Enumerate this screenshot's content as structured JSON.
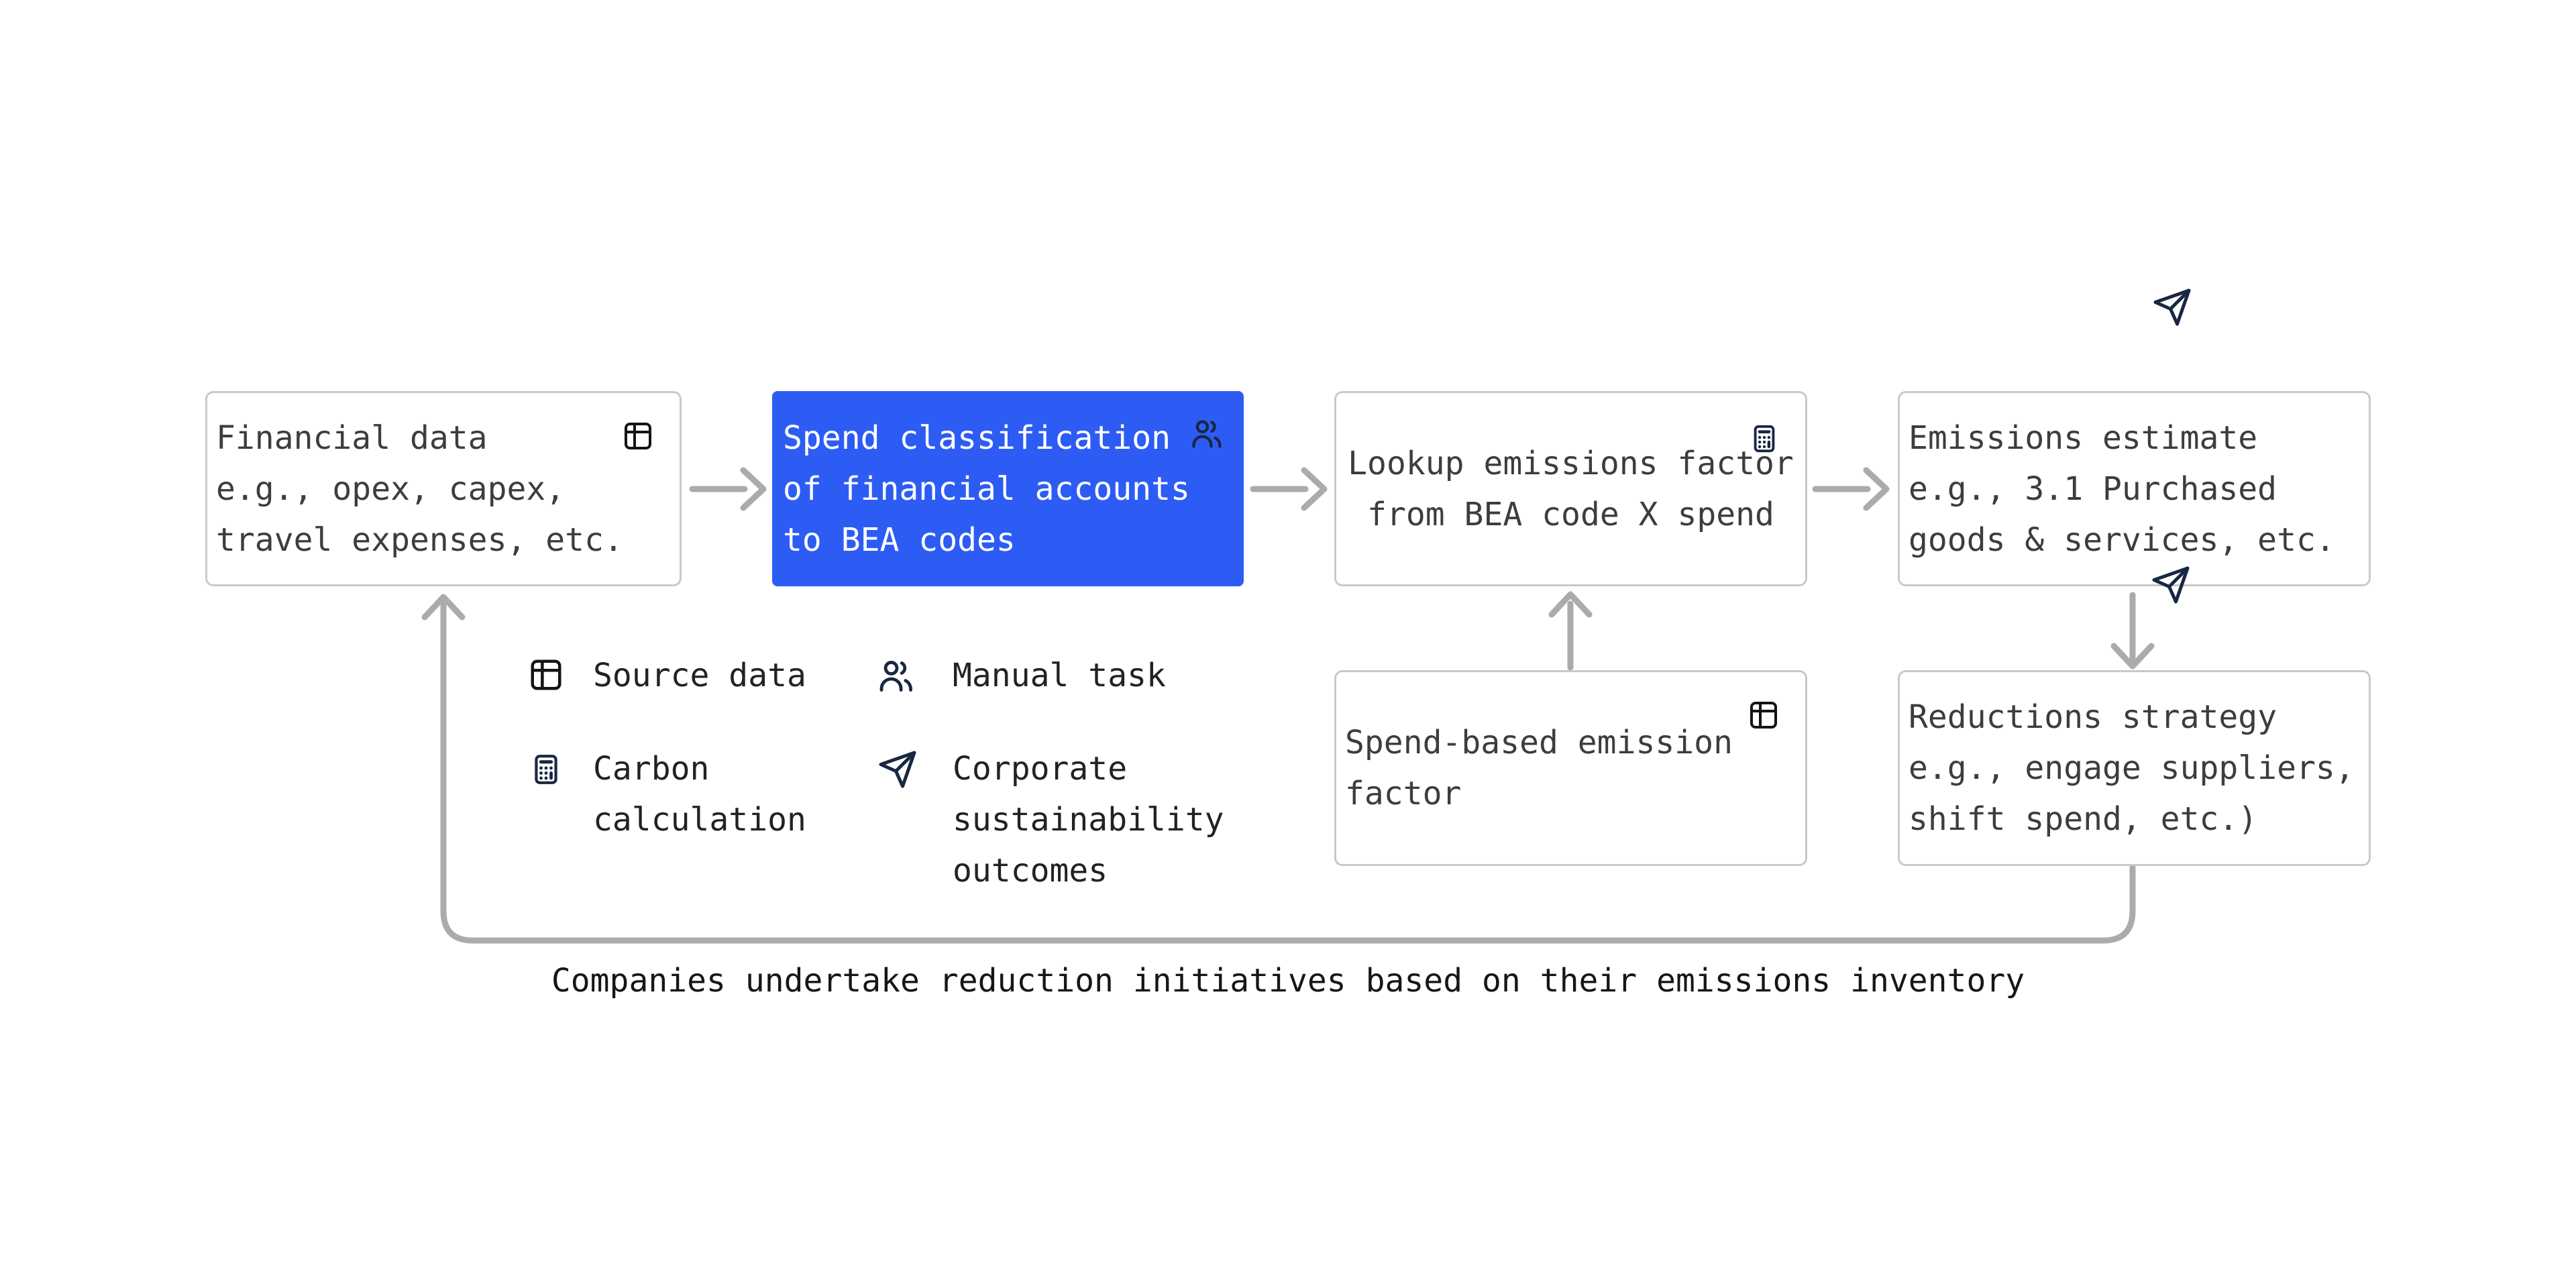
{
  "palette": {
    "accent_blue": "#2D5CF5",
    "icon_navy": "#182743",
    "connector_gray": "#ABABAB",
    "box_border_gray": "#C9C9C9",
    "box_text_gray": "#3D3D3D",
    "caption_text": "#161616"
  },
  "icons": {
    "table": "table-grid",
    "users": "two-people",
    "calculator": "calculator",
    "send": "paper-plane"
  },
  "flow": {
    "boxes": [
      {
        "id": "financial-data",
        "icon": "table",
        "lines": [
          "Financial data",
          "e.g., opex, capex,",
          "travel expenses, etc."
        ]
      },
      {
        "id": "spend-classification",
        "icon": "users",
        "highlighted": true,
        "lines": [
          "Spend classification",
          "of financial accounts",
          "to BEA codes"
        ]
      },
      {
        "id": "lookup-emissions-factor",
        "icon": "calculator",
        "lines": [
          "Lookup emissions factor",
          "from BEA code X spend"
        ]
      },
      {
        "id": "emissions-estimate",
        "icon": "send",
        "lines": [
          "Emissions estimate",
          "e.g., 3.1 Purchased",
          "goods & services, etc."
        ]
      },
      {
        "id": "spend-based-emission-factor",
        "icon": "table",
        "lines": [
          "Spend-based emission",
          "factor"
        ]
      },
      {
        "id": "reductions-strategy",
        "icon": null,
        "lines": [
          "Reductions strategy",
          "e.g., engage suppliers,",
          "shift spend, etc.)"
        ]
      }
    ],
    "caption": "Companies undertake reduction initiatives based on their emissions inventory"
  },
  "legend": {
    "items": [
      {
        "icon": "table",
        "label": "Source data"
      },
      {
        "icon": "users",
        "label": "Manual task"
      },
      {
        "icon": "calculator",
        "label": "Carbon calculation"
      },
      {
        "icon": "send",
        "label": "Corporate sustainability outcomes"
      }
    ]
  }
}
